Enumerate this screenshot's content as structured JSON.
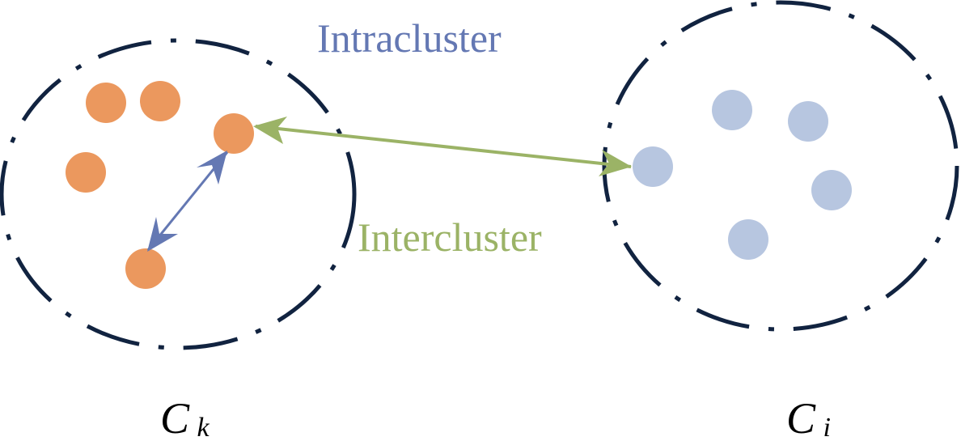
{
  "labels": {
    "intracluster": "Intracluster",
    "intercluster": "Intercluster"
  },
  "clusters": [
    {
      "id": "k",
      "name": "C",
      "subscript": "k",
      "point_count": 5,
      "point_color": "#EB985E"
    },
    {
      "id": "i",
      "name": "C",
      "subscript": "i",
      "point_count": 5,
      "point_color": "#B7C6E0"
    }
  ],
  "colors": {
    "boundary": "#112340",
    "intra_arrow": "#6478B3",
    "inter_arrow": "#9BB366",
    "intra_text": "#6478B3",
    "inter_text": "#9BB366"
  },
  "arrows": [
    {
      "name": "intracluster-distance",
      "from": "cluster k point",
      "to": "cluster k point",
      "bidirectional": true
    },
    {
      "name": "intercluster-distance",
      "from": "cluster k point",
      "to": "cluster i point",
      "bidirectional": true
    }
  ]
}
